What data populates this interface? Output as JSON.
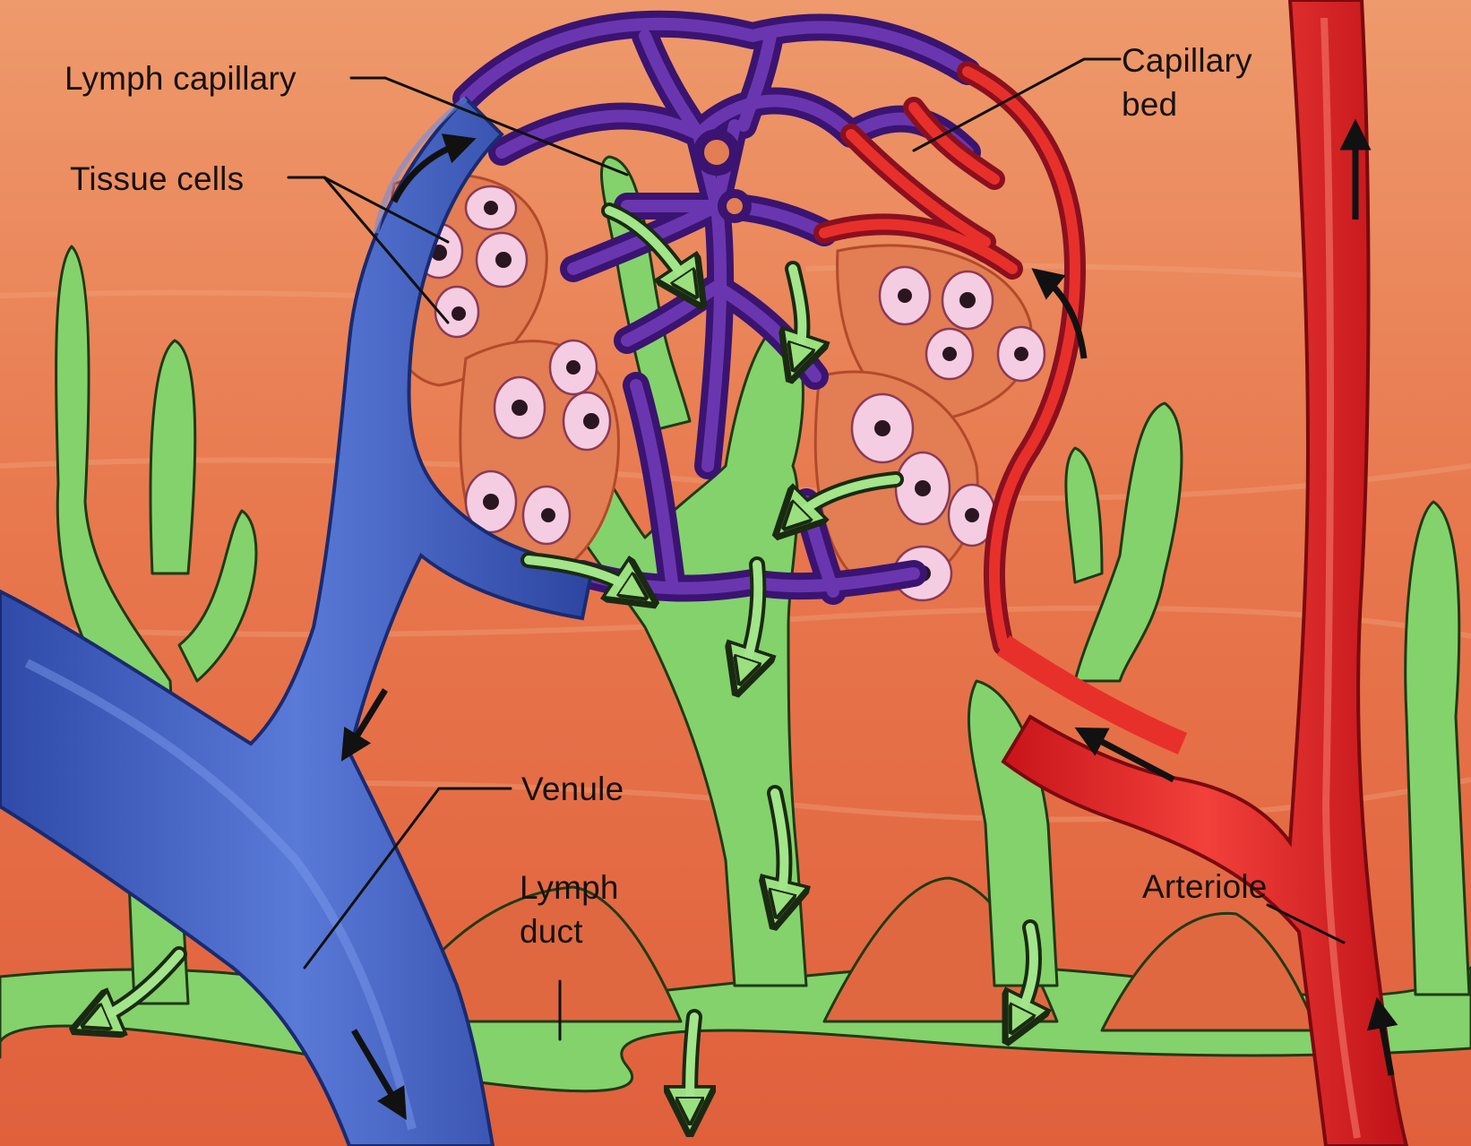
{
  "labels": {
    "lymph_capillary": "Lymph capillary",
    "tissue_cells": "Tissue cells",
    "capillary_bed_line1": "Capillary",
    "capillary_bed_line2": "bed",
    "venule": "Venule",
    "lymph_duct_line1": "Lymph",
    "lymph_duct_line2": "duct",
    "arteriole": "Arteriole"
  },
  "colors": {
    "background": "#e8724a",
    "venule_blue": "#3f5fc0",
    "capillary_purple": "#5d2b9a",
    "arteriole_red": "#e0201c",
    "lymph_green": "#7fcf6a",
    "tissue_cell_pink": "#f3c9df",
    "nucleus": "#2a1620"
  }
}
